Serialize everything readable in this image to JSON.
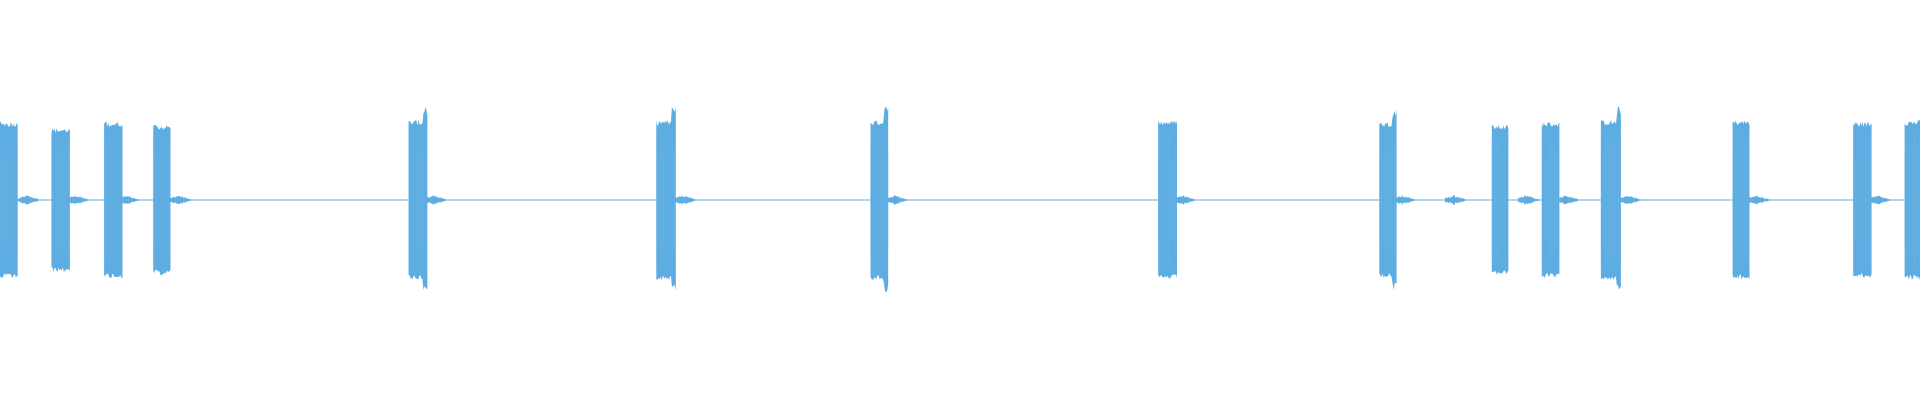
{
  "waveform": {
    "color": "#5dade2",
    "background": "#ffffff",
    "amplitude_scale": 1.0,
    "bursts": [
      {
        "start": 0.0,
        "end": 0.0092,
        "amp": 0.98,
        "clip": "low"
      },
      {
        "start": 0.0268,
        "end": 0.0364,
        "amp": 0.9,
        "clip": "flat"
      },
      {
        "start": 0.0542,
        "end": 0.0638,
        "amp": 0.98,
        "clip": "low"
      },
      {
        "start": 0.0798,
        "end": 0.0888,
        "amp": 0.94,
        "clip": "low"
      },
      {
        "start": 0.2128,
        "end": 0.2226,
        "amp": 1.0,
        "clip": "spike"
      },
      {
        "start": 0.3418,
        "end": 0.352,
        "amp": 1.0,
        "clip": "spike"
      },
      {
        "start": 0.4534,
        "end": 0.4626,
        "amp": 1.0,
        "clip": "spike"
      },
      {
        "start": 0.6032,
        "end": 0.613,
        "amp": 1.0,
        "clip": "flat"
      },
      {
        "start": 0.7184,
        "end": 0.7274,
        "amp": 0.98,
        "clip": "spike"
      },
      {
        "start": 0.777,
        "end": 0.7856,
        "amp": 0.94,
        "clip": "flat"
      },
      {
        "start": 0.803,
        "end": 0.8122,
        "amp": 0.98,
        "clip": "flat"
      },
      {
        "start": 0.8338,
        "end": 0.8442,
        "amp": 1.0,
        "clip": "spike"
      },
      {
        "start": 0.9024,
        "end": 0.9112,
        "amp": 1.0,
        "clip": "flat"
      },
      {
        "start": 0.9652,
        "end": 0.9748,
        "amp": 0.98,
        "clip": "flat"
      },
      {
        "start": 0.992,
        "end": 1.0,
        "amp": 1.0,
        "clip": "flat"
      }
    ],
    "blips": [
      0.014,
      0.0395,
      0.066,
      0.093,
      0.226,
      0.356,
      0.466,
      0.616,
      0.7305,
      0.757,
      0.795,
      0.816,
      0.848,
      0.915,
      0.978
    ]
  }
}
